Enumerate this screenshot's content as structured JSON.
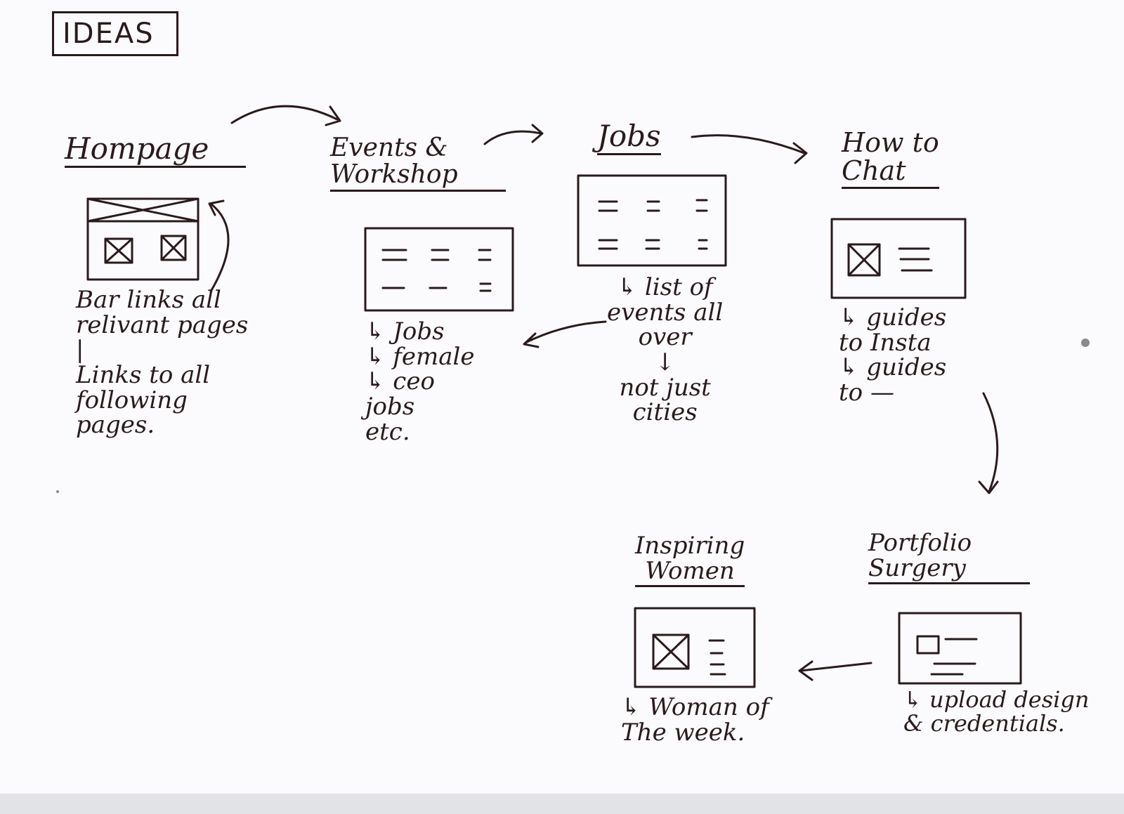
{
  "diagram": {
    "title": "IDEAS",
    "pages": [
      {
        "id": "homepage",
        "title": "Hompage",
        "notes": "Bar links all\nrelivant pages\n|\nLinks to all\nfollowing\npages."
      },
      {
        "id": "events",
        "title": "Events &\nWorkshop",
        "notes": "↳ Jobs\n↳ female\n↳ ceo\n     jobs\n     etc."
      },
      {
        "id": "jobs",
        "title": "Jobs",
        "notes": "↳ list of\nevents all\nover\n↓\nnot just\ncities"
      },
      {
        "id": "howto",
        "title": "How to\nChat",
        "notes": "↳ guides\nto Insta\n↳ guides\nto —"
      },
      {
        "id": "inspiring",
        "title": "Inspiring\nWomen",
        "notes": "↳ Woman of\nThe week."
      },
      {
        "id": "portfolio",
        "title": "Portfolio\nSurgery",
        "notes": "↳ upload design\n& credentials."
      }
    ]
  }
}
